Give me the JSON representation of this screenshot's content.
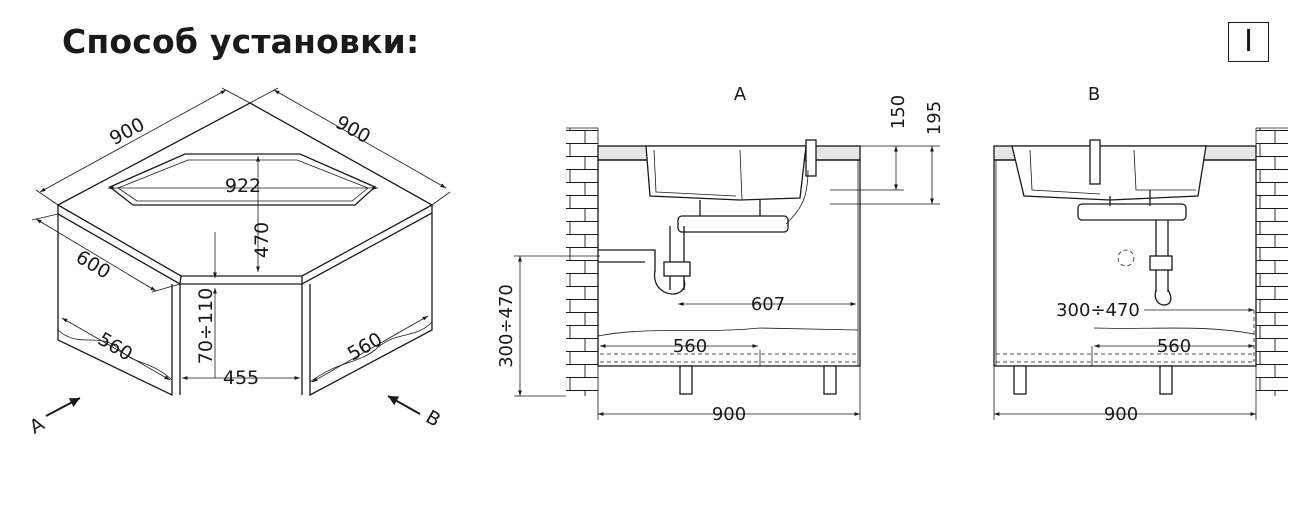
{
  "title": "Способ установки:",
  "section_marker": "I",
  "overview": {
    "dim_top_left": "900",
    "dim_top_right": "900",
    "dim_width": "922",
    "dim_depth": "470",
    "dim_side": "600",
    "dim_cabinet_left": "560",
    "dim_cabinet_right": "560",
    "dim_gap_height": "70÷110",
    "dim_opening": "455",
    "view_a": "A",
    "view_b": "B"
  },
  "view_a": {
    "label": "A",
    "dim_150": "150",
    "dim_195": "195",
    "dim_300_470": "300÷470",
    "dim_607": "607",
    "dim_560": "560",
    "dim_900": "900"
  },
  "view_b": {
    "label": "B",
    "dim_300_470": "300÷470",
    "dim_560": "560",
    "dim_900": "900"
  }
}
